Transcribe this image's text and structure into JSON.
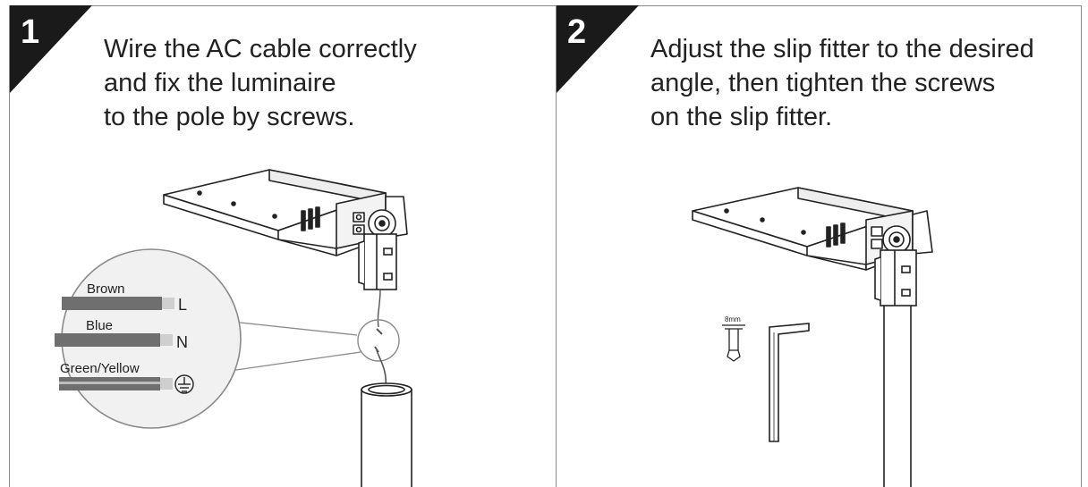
{
  "steps": [
    {
      "number": "1",
      "instruction": "Wire the AC cable correctly\nand fix the luminaire\nto the pole by screws.",
      "wires": [
        {
          "color_name": "Brown",
          "terminal": "L"
        },
        {
          "color_name": "Blue",
          "terminal": "N"
        },
        {
          "color_name": "Green/Yellow",
          "terminal_icon": "ground-icon"
        }
      ]
    },
    {
      "number": "2",
      "instruction": "Adjust the slip fitter to the desired\nangle, then tighten the screws\non the slip fitter.",
      "tool_size": "8mm"
    }
  ],
  "colors": {
    "border": "#8a8a8a",
    "badge": "#1a1a1a",
    "text": "#222222",
    "wire": "#6f6f6f"
  },
  "icons": [
    "luminaire-icon",
    "slip-fitter-icon",
    "pole-icon",
    "hex-key-icon",
    "ground-icon"
  ]
}
